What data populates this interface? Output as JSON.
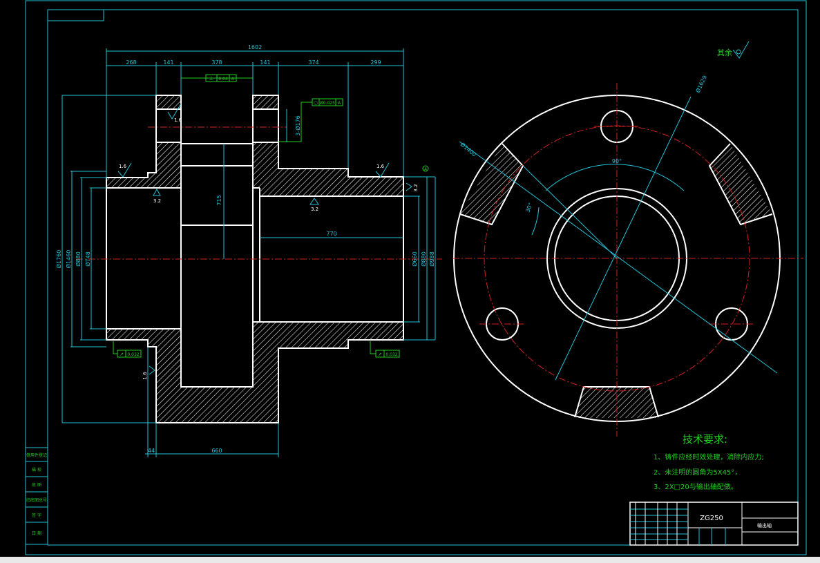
{
  "colors": {
    "background": "#000000",
    "outline": "#ffffff",
    "dimension": "#22c4d8",
    "centerline": "#d22020",
    "note": "#22d022"
  },
  "drawing": {
    "surface_finish_rest": "其余",
    "top_dimensions": {
      "overall": "1602",
      "segments": [
        "268",
        "141",
        "378",
        "141",
        "374",
        "299"
      ]
    },
    "tolerance_frames": {
      "perpendicularity": "0.04",
      "perpendicularity_datum": "A",
      "cylindricity": "Ø0.025",
      "cylindricity_datum": "A",
      "runout_left": "0.032",
      "runout_right": "0.032"
    },
    "hole_callout": "3-Ø176",
    "roughness": [
      "1.6",
      "1.6",
      "1.6",
      "3.2",
      "3.2",
      "3.2",
      "1.6"
    ],
    "datum_label": "A",
    "left_diameters": [
      "Ø1760",
      "Ø1460",
      "Ø880",
      "Ø748"
    ],
    "right_diameters": [
      "Ø660",
      "Ø880",
      "Ø988"
    ],
    "inner_length": "715",
    "bore_length": "770",
    "bottom_dimensions": [
      "44",
      "660"
    ],
    "circle_labels": [
      "Ø1629",
      "Ø1400",
      "90°",
      "30°"
    ]
  },
  "tech_req": {
    "title": "技术要求:",
    "items": [
      "1、铸件应经时效处理，消除内应力;",
      "2、未注明的圆角为5X45°，",
      "3、2X□20与输出轴配做。"
    ]
  },
  "side_table": {
    "rows": [
      "借用件登记",
      "描 校",
      "底 图",
      "旧底图总号",
      "签 字",
      "日 期"
    ]
  },
  "title_block": {
    "material": "ZG250",
    "part_name": "输出轴"
  }
}
